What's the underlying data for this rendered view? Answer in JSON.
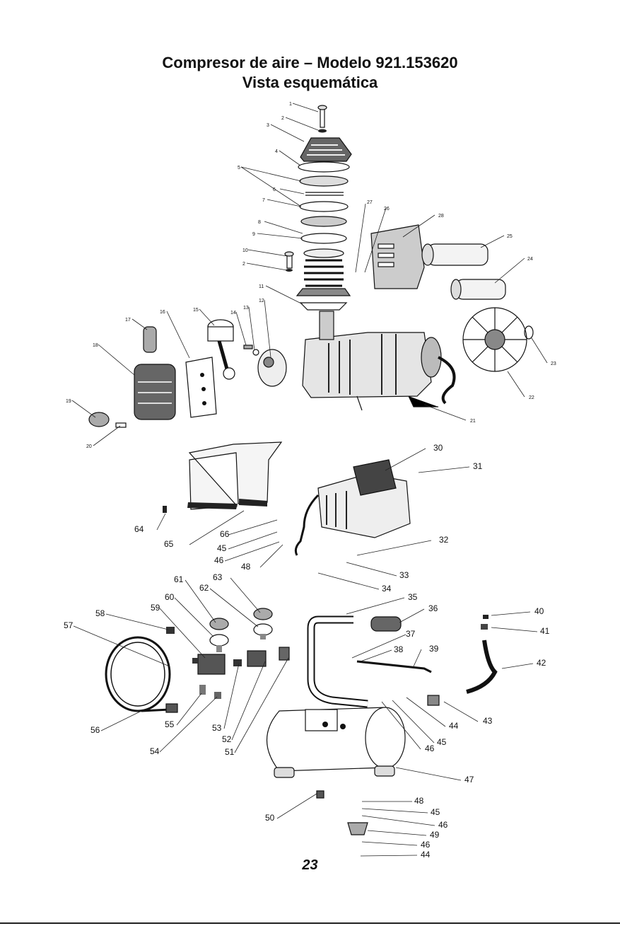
{
  "title": "Compresor de aire – Modelo 921.153620",
  "subtitle": "Vista esquemática",
  "page_number": "23",
  "callouts": [
    {
      "id": "c1",
      "text": "1"
    },
    {
      "id": "c2a",
      "text": "2"
    },
    {
      "id": "c3",
      "text": "3"
    },
    {
      "id": "c4",
      "text": "4"
    },
    {
      "id": "c5",
      "text": "5"
    },
    {
      "id": "c6",
      "text": "6"
    },
    {
      "id": "c7",
      "text": "7"
    },
    {
      "id": "c8",
      "text": "8"
    },
    {
      "id": "c9",
      "text": "9"
    },
    {
      "id": "c10",
      "text": "10"
    },
    {
      "id": "c2b",
      "text": "2"
    },
    {
      "id": "c11",
      "text": "11"
    },
    {
      "id": "c12",
      "text": "12"
    },
    {
      "id": "c13",
      "text": "13"
    },
    {
      "id": "c14",
      "text": "14"
    },
    {
      "id": "c15",
      "text": "15"
    },
    {
      "id": "c16",
      "text": "16"
    },
    {
      "id": "c17",
      "text": "17"
    },
    {
      "id": "c18",
      "text": "18"
    },
    {
      "id": "c19",
      "text": "19"
    },
    {
      "id": "c20",
      "text": "20"
    },
    {
      "id": "c21",
      "text": "21"
    },
    {
      "id": "c22",
      "text": "22"
    },
    {
      "id": "c23",
      "text": "23"
    },
    {
      "id": "c24",
      "text": "24"
    },
    {
      "id": "c25",
      "text": "25"
    },
    {
      "id": "c26",
      "text": "26"
    },
    {
      "id": "c27",
      "text": "27"
    },
    {
      "id": "c28",
      "text": "28"
    },
    {
      "id": "c30",
      "text": "30"
    },
    {
      "id": "c31",
      "text": "31"
    },
    {
      "id": "c32",
      "text": "32"
    },
    {
      "id": "c33",
      "text": "33"
    },
    {
      "id": "c34",
      "text": "34"
    },
    {
      "id": "c35",
      "text": "35"
    },
    {
      "id": "c36",
      "text": "36"
    },
    {
      "id": "c37",
      "text": "37"
    },
    {
      "id": "c38",
      "text": "38"
    },
    {
      "id": "c39",
      "text": "39"
    },
    {
      "id": "c40",
      "text": "40"
    },
    {
      "id": "c41",
      "text": "41"
    },
    {
      "id": "c42",
      "text": "42"
    },
    {
      "id": "c43",
      "text": "43"
    },
    {
      "id": "c44a",
      "text": "44"
    },
    {
      "id": "c45a",
      "text": "45"
    },
    {
      "id": "c46a",
      "text": "46"
    },
    {
      "id": "c47",
      "text": "47"
    },
    {
      "id": "c48a",
      "text": "48"
    },
    {
      "id": "c45b",
      "text": "45"
    },
    {
      "id": "c46b",
      "text": "46"
    },
    {
      "id": "c49",
      "text": "49"
    },
    {
      "id": "c46c",
      "text": "46"
    },
    {
      "id": "c44b",
      "text": "44"
    },
    {
      "id": "c50",
      "text": "50"
    },
    {
      "id": "c51",
      "text": "51"
    },
    {
      "id": "c52",
      "text": "52"
    },
    {
      "id": "c53",
      "text": "53"
    },
    {
      "id": "c54",
      "text": "54"
    },
    {
      "id": "c55",
      "text": "55"
    },
    {
      "id": "c56",
      "text": "56"
    },
    {
      "id": "c57",
      "text": "57"
    },
    {
      "id": "c58",
      "text": "58"
    },
    {
      "id": "c59",
      "text": "59"
    },
    {
      "id": "c60",
      "text": "60"
    },
    {
      "id": "c61",
      "text": "61"
    },
    {
      "id": "c62",
      "text": "62"
    },
    {
      "id": "c63",
      "text": "63"
    },
    {
      "id": "c64",
      "text": "64"
    },
    {
      "id": "c65",
      "text": "65"
    },
    {
      "id": "c66",
      "text": "66"
    },
    {
      "id": "c45c",
      "text": "45"
    },
    {
      "id": "c46d",
      "text": "46"
    },
    {
      "id": "c48b",
      "text": "48"
    }
  ]
}
